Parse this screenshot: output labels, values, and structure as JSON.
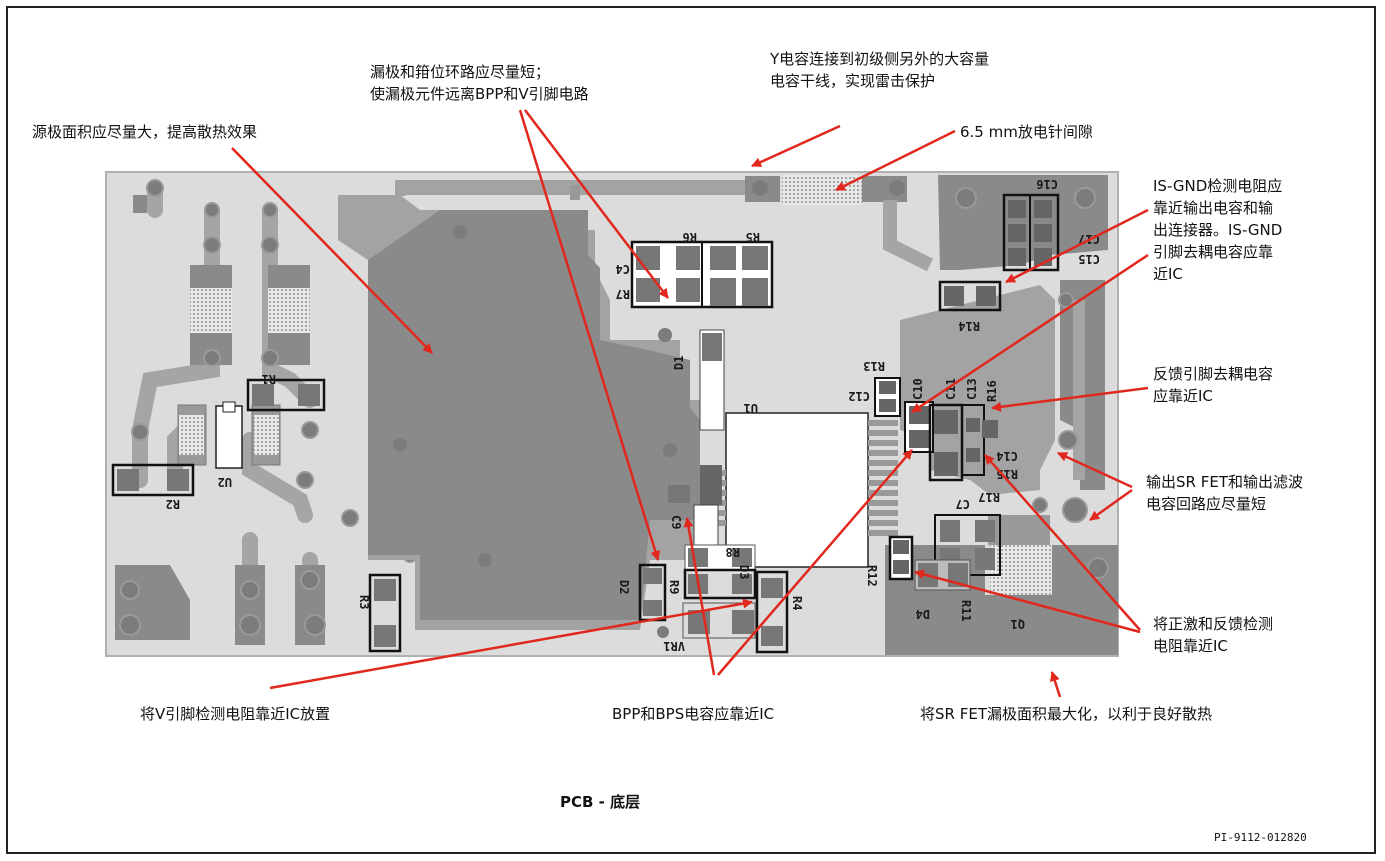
{
  "annotations": {
    "source_area": "源极面积应尽量大，提高散热效果",
    "drain_clamp_line1": "漏极和箝位环路应尽量短；",
    "drain_clamp_line2": "使漏极元件远离BPP和V引脚电路",
    "ycap_line1": "Y电容连接到初级侧另外的大容量",
    "ycap_line2": "电容干线，实现雷击保护",
    "spark_gap": "6.5 mm放电针间隙",
    "isgnd_line1": "IS-GND检测电阻应",
    "isgnd_line2": "靠近输出电容和输",
    "isgnd_line3": "出连接器。IS-GND",
    "isgnd_line4": "引脚去耦电容应靠",
    "isgnd_line5": "近IC",
    "fb_line1": "反馈引脚去耦电容",
    "fb_line2": "应靠近IC",
    "srfet_loop_line1": "输出SR FET和输出滤波",
    "srfet_loop_line2": "电容回路应尽量短",
    "fwd_fb_line1": "将正激和反馈检测",
    "fwd_fb_line2": "电阻靠近IC",
    "v_pin": "将V引脚检测电阻靠近IC放置",
    "bpp_bps": "BPP和BPS电容应靠近IC",
    "sr_drain": "将SR FET漏极面积最大化，以利于良好散热"
  },
  "caption": "PCB - 底层",
  "doc_id": "PI-9112-012820",
  "designators": [
    "R1",
    "R2",
    "U2",
    "R3",
    "D2",
    "R6",
    "R5",
    "C4",
    "R7",
    "D1",
    "U1",
    "R13",
    "C12",
    "C10",
    "C11",
    "C13",
    "R16",
    "C14",
    "R15",
    "R14",
    "C16",
    "C17",
    "C15",
    "C7",
    "R17",
    "R12",
    "D4",
    "R11",
    "Q1",
    "R8",
    "R9",
    "R4",
    "D3",
    "C9",
    "VR1"
  ],
  "colors": {
    "copper": "#8a8a8a",
    "trace": "#a5a5a5",
    "board": "#dcdcdc",
    "arrow": "#e0281e"
  }
}
